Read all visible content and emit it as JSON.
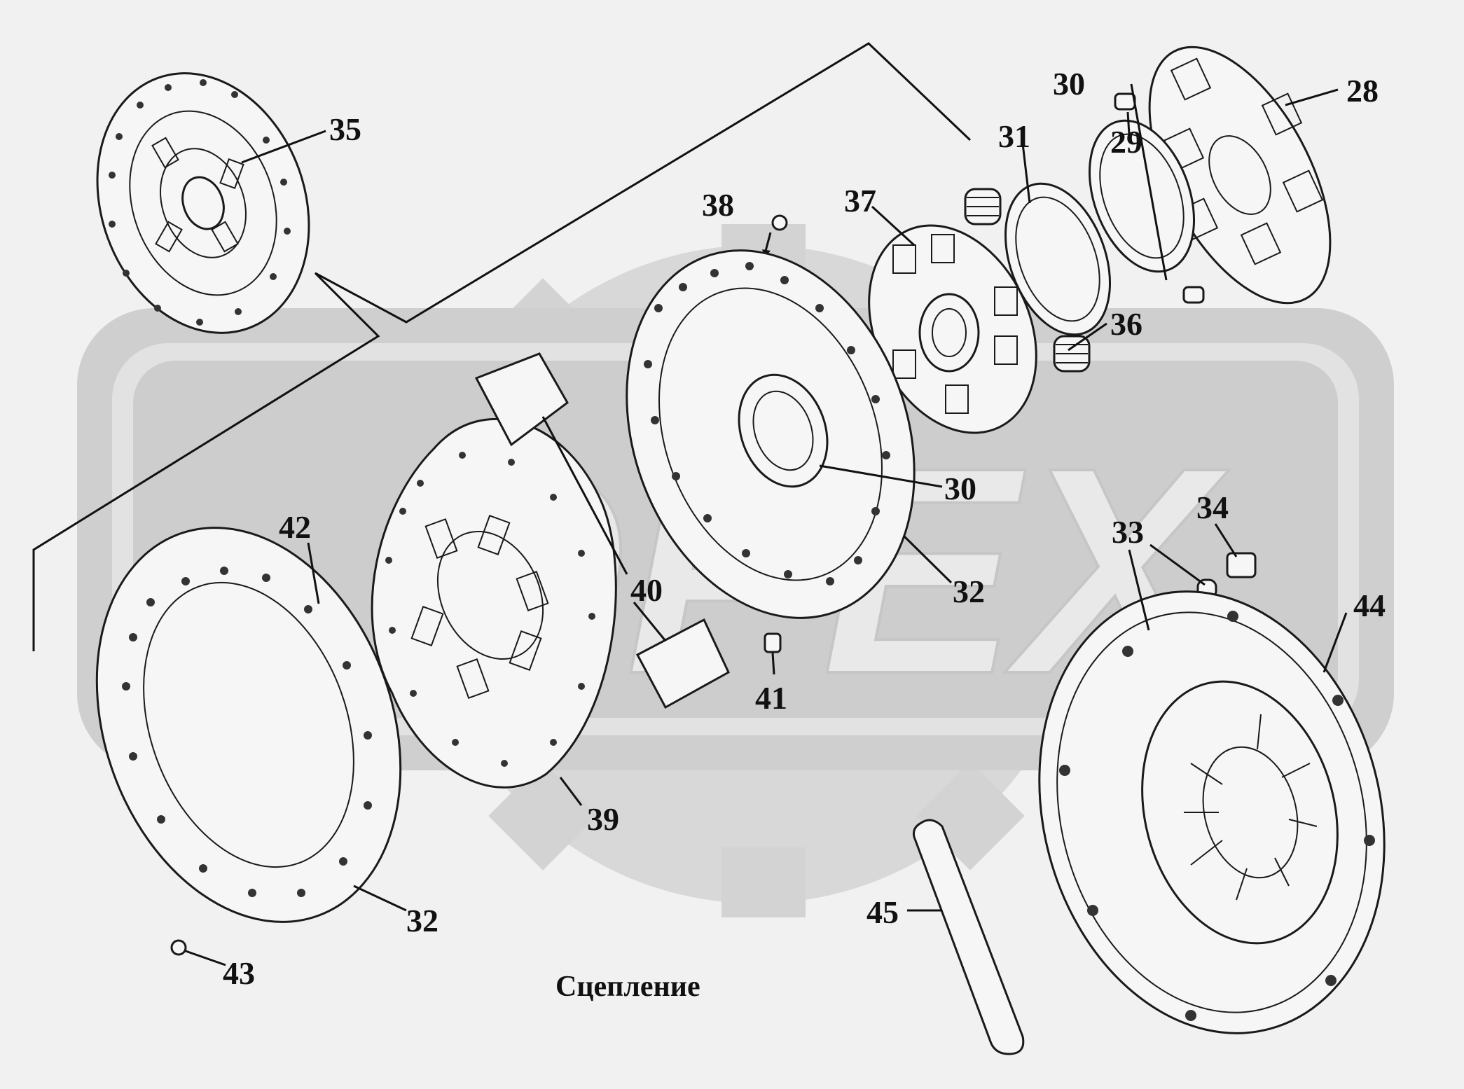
{
  "caption": "Сцепление",
  "watermark": "OPEX",
  "colors": {
    "background": "#f1f1f1",
    "watermark": "#d3d3d3",
    "lines": "#111111"
  },
  "labels": [
    "35",
    "30",
    "31",
    "28",
    "29",
    "38",
    "37",
    "36",
    "30",
    "32",
    "42",
    "40",
    "41",
    "33",
    "34",
    "44",
    "39",
    "32",
    "43",
    "45"
  ]
}
